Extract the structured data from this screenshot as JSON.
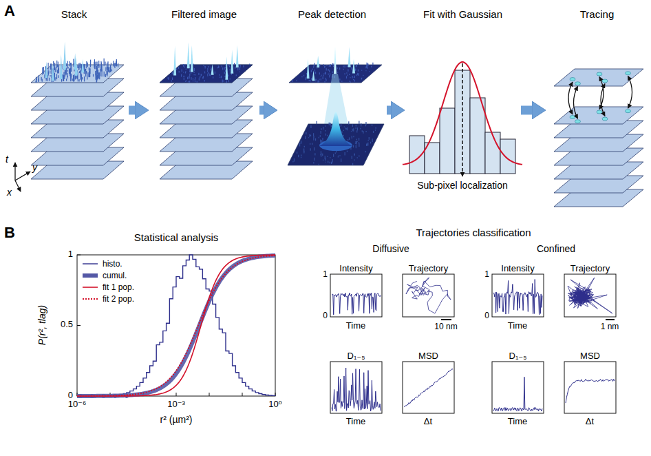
{
  "diagram": {
    "nodes": [
      {
        "text": [
          "Stack"
        ]
      },
      {
        "text": [
          "Filtered image"
        ]
      },
      {
        "text": [
          "Peak detection"
        ]
      },
      {
        "text": [
          "Fit with Gaussian"
        ]
      },
      {
        "text": [
          "Tracing"
        ]
      },
      {
        "text": [
          "Statistical analysis"
        ]
      },
      {
        "text": [
          "Intensity"
        ]
      },
      {
        "text": [
          "Trajectory"
        ]
      },
      {
        "text": [
          "Intensity"
        ]
      },
      {
        "text": [
          "Trajectory"
        ]
      },
      {
        "text": [
          "D₁₋₅"
        ]
      },
      {
        "text": [
          "MSD"
        ]
      },
      {
        "text": [
          "D₁₋₅"
        ]
      },
      {
        "text": [
          "MSD"
        ]
      }
    ],
    "edges": [
      {
        "from": 0,
        "to": 1,
        "arrow": "to"
      },
      {
        "from": 1,
        "to": 2,
        "arrow": "to"
      },
      {
        "from": 2,
        "to": 3,
        "arrow": "to"
      },
      {
        "from": 3,
        "to": 4,
        "arrow": "to"
      }
    ],
    "labels": [
      "A",
      "t",
      "y",
      "x",
      "Sub-pixel localization",
      "B",
      "1",
      "0.5",
      "0",
      "10⁻⁶",
      "10⁻³",
      "10⁰",
      "r² (µm²)",
      "P(r², tlag)",
      "Trajectories classification",
      "Diffusive",
      "Confined",
      "1",
      "0",
      "Time",
      "10 nm",
      "1",
      "0",
      "Time",
      "1 nm",
      "Time",
      "Δt",
      "Time",
      "Δt"
    ],
    "legend": [
      {
        "text": "histo."
      },
      {
        "text": "cumul."
      },
      {
        "text": "fit 1 pop."
      },
      {
        "text": "fit 2 pop."
      }
    ]
  }
}
